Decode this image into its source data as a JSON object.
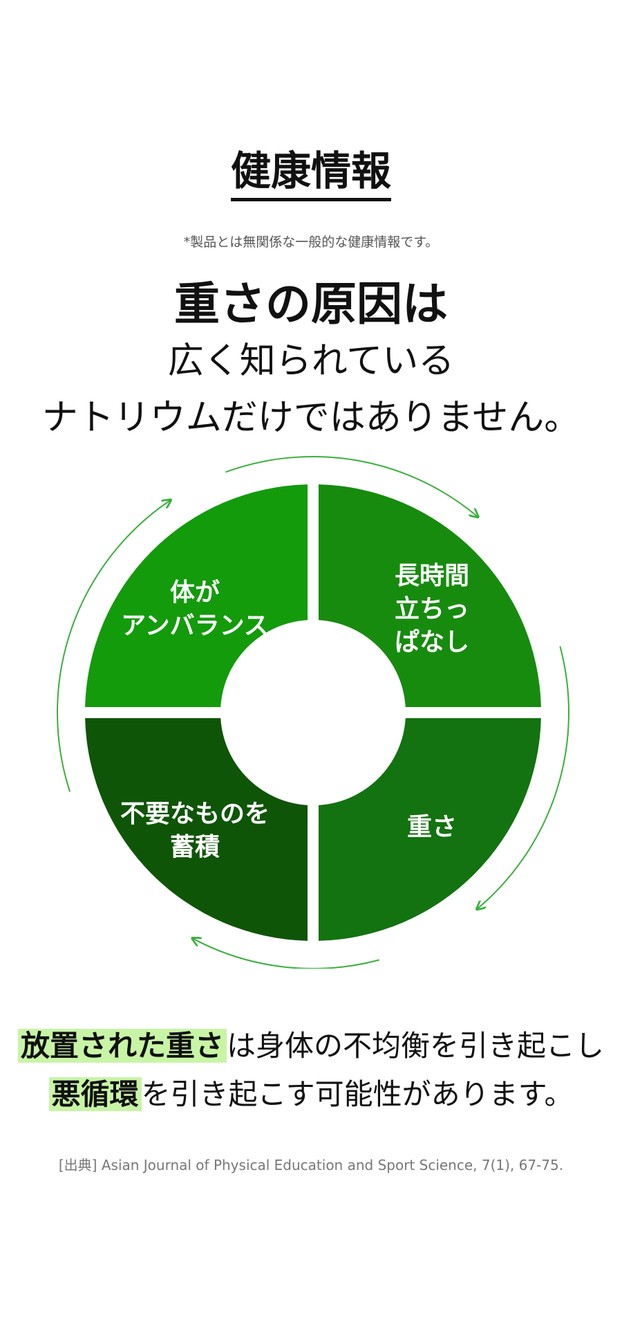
{
  "header": {
    "title": "健康情報",
    "disclaimer": "*製品とは無関係な一般的な健康情報です。"
  },
  "headline": {
    "main": "重さの原因は",
    "line2": "広く知られている",
    "line3": "ナトリウムだけではありません。"
  },
  "diagram": {
    "segments": [
      {
        "label_lines": [
          "体が",
          "アンバランス"
        ],
        "color": "#139b0c"
      },
      {
        "label_lines": [
          "長時間",
          "立ちっ",
          "ぱなし"
        ],
        "color": "#178b0e"
      },
      {
        "label_lines": [
          "重さ"
        ],
        "color": "#137310"
      },
      {
        "label_lines": [
          "不要なものを",
          "蓄積"
        ],
        "color": "#0f5508"
      }
    ],
    "arrow_color": "#3ab03a"
  },
  "summary": {
    "line1_highlight_1": "放置された重さ",
    "line1_text": "は身体の不均衡を引き起こし",
    "line2_highlight": "悪循環",
    "line2_text": "を引き起こす可能性があります。"
  },
  "source": "[出典] Asian Journal of Physical Education and Sport Science, 7(1), 67-75."
}
